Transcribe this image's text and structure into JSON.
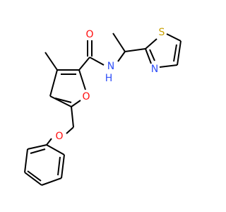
{
  "molecule": {
    "atoms": {
      "o_carbonyl": {
        "symbol": "O",
        "color": "#ff0d0d"
      },
      "n_amide": {
        "symbol": "N",
        "color": "#3050f8"
      },
      "h_amide": {
        "symbol": "H",
        "color": "#3050f8"
      },
      "s_thiazole": {
        "symbol": "S",
        "color": "#c8a000"
      },
      "n_thiazole": {
        "symbol": "N",
        "color": "#3050f8"
      },
      "o_furan": {
        "symbol": "O",
        "color": "#ff0d0d"
      },
      "o_ether": {
        "symbol": "O",
        "color": "#ff0d0d"
      }
    },
    "bond_color": "#000000"
  }
}
